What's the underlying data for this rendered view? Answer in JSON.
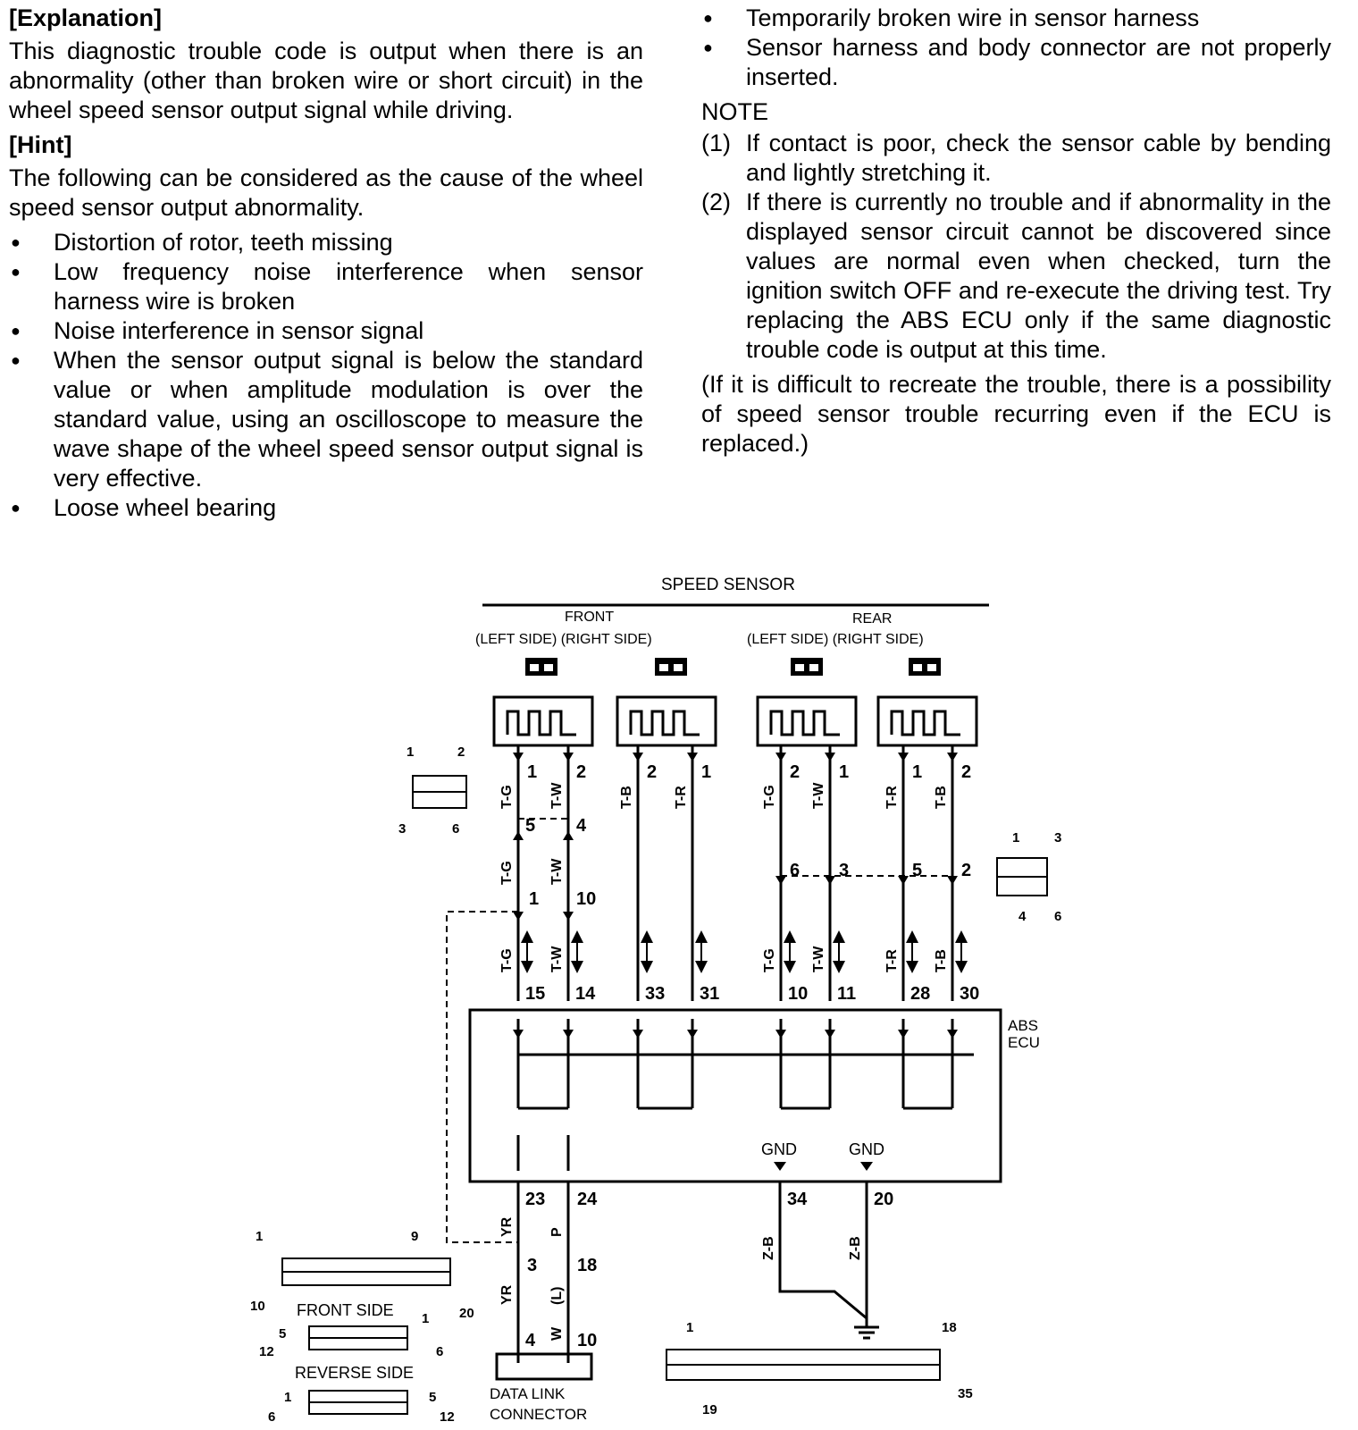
{
  "left": {
    "explanation_heading": "[Explanation]",
    "explanation": "This diagnostic trouble code is output when there is an abnormality (other than broken wire or short circuit) in the wheel speed sensor output signal while driving.",
    "hint_heading": "[Hint]",
    "hint_intro": "The following can be considered as the cause of the wheel speed sensor output abnormality.",
    "causes": [
      "Distortion of rotor, teeth missing",
      "Low frequency noise interference when sensor harness wire is broken",
      "Noise interference in sensor signal",
      "When the sensor output signal is below the standard value or when amplitude modulation is over the standard value, using an oscilloscope to measure the wave shape of the wheel speed sensor output signal is very effective.",
      "Loose wheel bearing"
    ]
  },
  "right": {
    "causes": [
      "Temporarily broken wire in sensor harness",
      "Sensor harness and body connector are not properly inserted."
    ],
    "note_title": "NOTE",
    "notes": [
      {
        "num": "(1)",
        "text": "If contact is poor, check the sensor cable by bending and lightly stretching it."
      },
      {
        "num": "(2)",
        "text": "If there is currently no trouble and if abnormality in the displayed sensor circuit cannot be discovered since values are normal even when checked, turn the ignition switch OFF and re-execute the driving test. Try replacing the ABS ECU only if the same diagnostic trouble code is output at this time."
      }
    ],
    "closing": "(If it is difficult to recreate the trouble, there is a possibility of speed sensor trouble recurring even if the ECU is replaced.)"
  },
  "diagram": {
    "speed_sensor": "SPEED SENSOR",
    "front": "FRONT",
    "rear": "REAR",
    "front_sides": "(LEFT SIDE) (RIGHT SIDE)",
    "rear_sides": "(LEFT SIDE) (RIGHT SIDE)",
    "abs_ecu_1": "ABS",
    "abs_ecu_2": "ECU",
    "gnd": "GND",
    "front_side": "FRONT SIDE",
    "reverse_side": "REVERSE SIDE",
    "data_link_1": "DATA LINK",
    "data_link_2": "CONNECTOR",
    "wire_tg": "T-G",
    "wire_tw": "T-W",
    "wire_tb": "T-B",
    "wire_tr": "T-R",
    "wire_yr": "YR",
    "wire_p": "P",
    "wire_zb": "Z-B",
    "wire_w": "W",
    "wire_l": "(L)",
    "pins": {
      "p1": "1",
      "p2": "2",
      "p3": "3",
      "p4": "4",
      "p5": "5",
      "p6": "6",
      "p9": "9",
      "p10": "10",
      "p11": "11",
      "p12": "12",
      "p14": "14",
      "p15": "15",
      "p18": "18",
      "p19": "19",
      "p20": "20",
      "p23": "23",
      "p24": "24",
      "p28": "28",
      "p30": "30",
      "p31": "31",
      "p33": "33",
      "p34": "34",
      "p35": "35"
    }
  }
}
